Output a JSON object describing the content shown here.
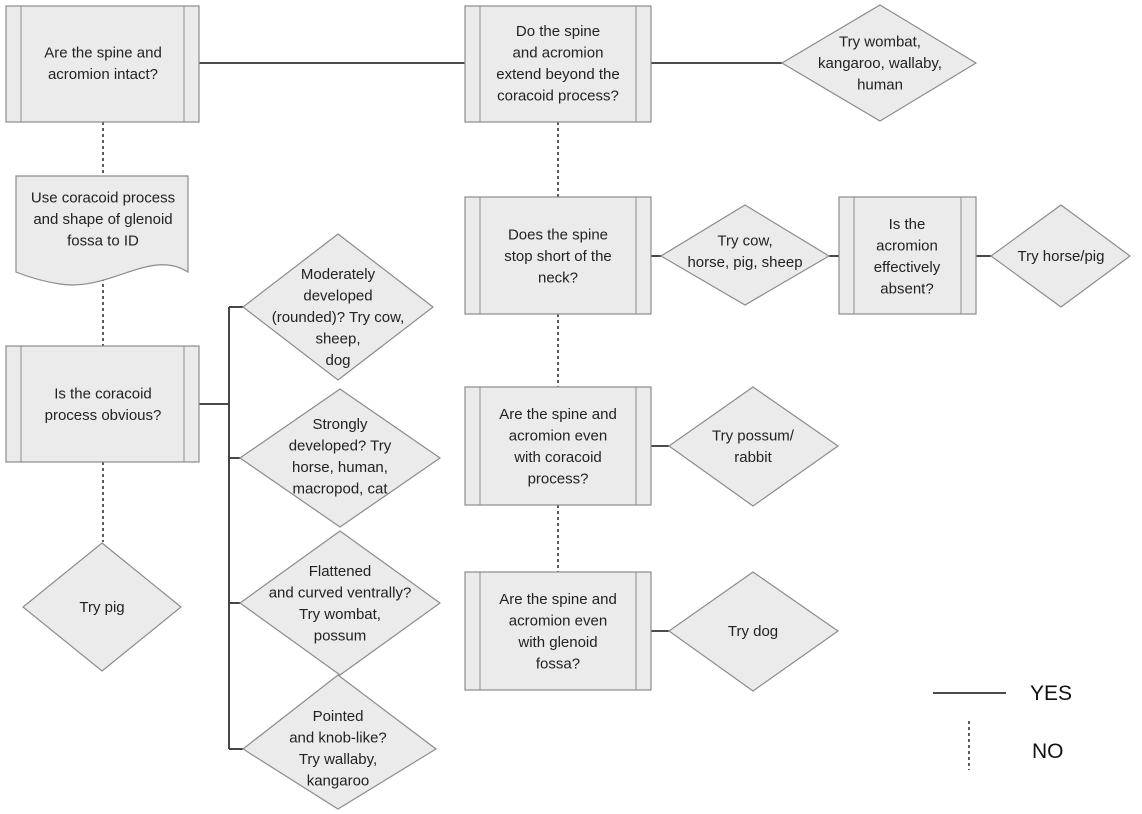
{
  "colors": {
    "shape_fill": "#ebebeb",
    "shape_stroke": "#8c8c8c",
    "line": "#333333",
    "text": "#222222"
  },
  "nodes": {
    "q_intact": "Are the spine and\nacromion intact?",
    "use_coracoid": "Use coracoid process\nand shape of glenoid\nfossa to ID",
    "q_coracoid": "Is the coracoid\nprocess obvious?",
    "try_pig": "Try pig",
    "opt_moderate": "Moderately\ndeveloped\n(rounded)? Try cow,\nsheep,\ndog",
    "opt_strong": "Strongly\ndeveloped? Try\nhorse, human,\nmacropod, cat",
    "opt_flattened": "Flattened\nand curved ventrally?\nTry wombat,\npossum",
    "opt_pointed": "Pointed\nand knob-like?\nTry wallaby,\nkangaroo",
    "q_extend": "Do the spine\nand acromion\nextend beyond the\ncoracoid process?",
    "try_wombat": "Try wombat,\nkangaroo, wallaby,\nhuman",
    "q_short": "Does the spine\nstop short of the\nneck?",
    "try_cow": "Try cow,\nhorse, pig, sheep",
    "q_absent": "Is the\nacromion\neffectively\nabsent?",
    "try_horse_pig": "Try horse/pig",
    "q_even_coracoid": "Are the spine and\nacromion even\nwith coracoid\nprocess?",
    "try_possum": "Try possum/\nrabbit",
    "q_even_glenoid": "Are the spine and\nacromion even\nwith glenoid\nfossa?",
    "try_dog": "Try dog"
  },
  "legend": {
    "yes_label": "YES",
    "no_label": "NO"
  }
}
